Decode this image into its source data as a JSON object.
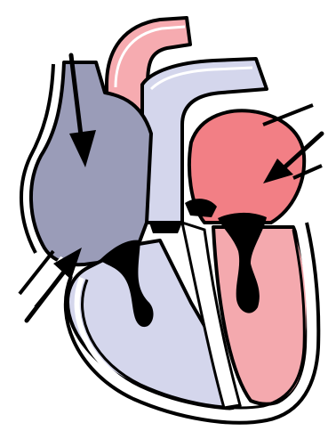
{
  "diagram": {
    "subject": "heart-cross-section",
    "colors": {
      "deoxygenated_chamber": "#9a9cb8",
      "deoxygenated_wall": "#d4d6ec",
      "oxygenated_chamber": "#f27f85",
      "oxygenated_vessel": "#f6abb0",
      "oxygenated_ventricle": "#f4a9ae",
      "outline": "#000000",
      "background": "#ffffff"
    },
    "arrows": [
      {
        "id": "superior-vena-cava-arrow",
        "direction": "down"
      },
      {
        "id": "inferior-vena-cava-arrow",
        "direction": "up-right"
      },
      {
        "id": "pulmonary-vein-arrow",
        "direction": "down-left"
      }
    ],
    "valves": [
      "tricuspid-valve",
      "mitral-valve",
      "pulmonary-valve",
      "aortic-valve"
    ]
  }
}
